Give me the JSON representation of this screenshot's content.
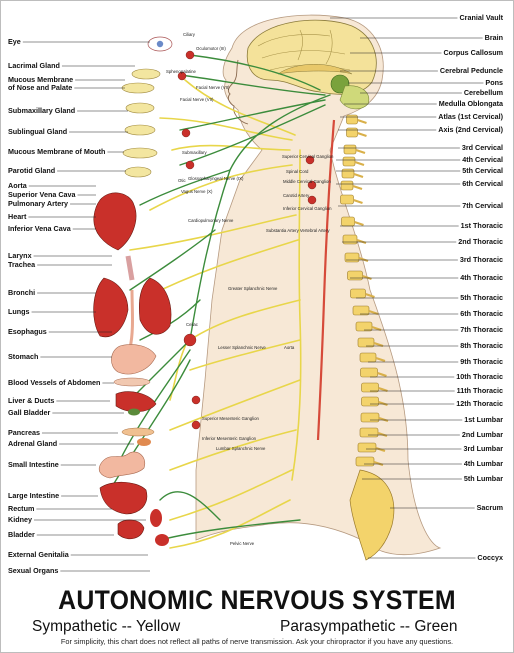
{
  "title": "AUTONOMIC NERVOUS SYSTEM",
  "legend": {
    "sympathetic": "Sympathetic -- Yellow",
    "parasympathetic": "Parasympathetic -- Green"
  },
  "footnote": "For simplicity, this chart does not reflect all paths of nerve transmission.  Ask your chiropractor if you have any questions.",
  "colors": {
    "sympathetic": "#e8d64a",
    "parasympathetic": "#3c8c3c",
    "vertebra": "#f3d36b",
    "organ": "#d9301e",
    "skin": "#f4e2cf"
  },
  "left_labels": [
    {
      "id": "eye",
      "text": "Eye"
    },
    {
      "id": "lacrimal-gland",
      "text": "Lacrimal Gland"
    },
    {
      "id": "mucous-nose-1",
      "text": "Mucous Membrane"
    },
    {
      "id": "mucous-nose-2",
      "text": "of Nose and Palate"
    },
    {
      "id": "submaxillary-gland",
      "text": "Submaxillary Gland"
    },
    {
      "id": "sublingual-gland",
      "text": "Sublingual Gland"
    },
    {
      "id": "mucous-mouth",
      "text": "Mucous Membrane of Mouth"
    },
    {
      "id": "parotid-gland",
      "text": "Parotid Gland"
    },
    {
      "id": "aorta",
      "text": "Aorta"
    },
    {
      "id": "superior-vena-cava",
      "text": "Superior Vena Cava"
    },
    {
      "id": "pulmonary-artery",
      "text": "Pulmonary Artery"
    },
    {
      "id": "heart",
      "text": "Heart"
    },
    {
      "id": "inferior-vena-cava",
      "text": "Inferior Vena Cava"
    },
    {
      "id": "larynx",
      "text": "Larynx"
    },
    {
      "id": "trachea",
      "text": "Trachea"
    },
    {
      "id": "bronchi",
      "text": "Bronchi"
    },
    {
      "id": "lungs",
      "text": "Lungs"
    },
    {
      "id": "esophagus",
      "text": "Esophagus"
    },
    {
      "id": "stomach",
      "text": "Stomach"
    },
    {
      "id": "blood-vessels-abdomen",
      "text": "Blood Vessels of Abdomen"
    },
    {
      "id": "liver-ducts",
      "text": "Liver & Ducts"
    },
    {
      "id": "gall-bladder",
      "text": "Gall Bladder"
    },
    {
      "id": "pancreas",
      "text": "Pancreas"
    },
    {
      "id": "adrenal-gland",
      "text": "Adrenal Gland"
    },
    {
      "id": "small-intestine",
      "text": "Small Intestine"
    },
    {
      "id": "large-intestine",
      "text": "Large Intestine"
    },
    {
      "id": "rectum",
      "text": "Rectum"
    },
    {
      "id": "kidney",
      "text": "Kidney"
    },
    {
      "id": "bladder",
      "text": "Bladder"
    },
    {
      "id": "external-genitalia",
      "text": "External Genitalia"
    },
    {
      "id": "sexual-organs",
      "text": "Sexual Organs"
    }
  ],
  "right_labels": [
    {
      "id": "cranial-vault",
      "text": "Cranial Vault"
    },
    {
      "id": "brain",
      "text": "Brain"
    },
    {
      "id": "corpus-callosum",
      "text": "Corpus Callosum"
    },
    {
      "id": "cerebral-peduncle",
      "text": "Cerebral Peduncle"
    },
    {
      "id": "pons",
      "text": "Pons"
    },
    {
      "id": "cerebellum",
      "text": "Cerebellum"
    },
    {
      "id": "medulla-oblongata",
      "text": "Medulla Oblongata"
    },
    {
      "id": "atlas",
      "text": "Atlas (1st Cervical)"
    },
    {
      "id": "axis",
      "text": "Axis (2nd Cervical)"
    },
    {
      "id": "c3",
      "text": "3rd Cervical"
    },
    {
      "id": "c4",
      "text": "4th Cervical"
    },
    {
      "id": "c5",
      "text": "5th Cervical"
    },
    {
      "id": "c6",
      "text": "6th Cervical"
    },
    {
      "id": "c7",
      "text": "7th Cervical"
    },
    {
      "id": "t1",
      "text": "1st Thoracic"
    },
    {
      "id": "t2",
      "text": "2nd Thoracic"
    },
    {
      "id": "t3",
      "text": "3rd Thoracic"
    },
    {
      "id": "t4",
      "text": "4th Thoracic"
    },
    {
      "id": "t5",
      "text": "5th Thoracic"
    },
    {
      "id": "t6",
      "text": "6th Thoracic"
    },
    {
      "id": "t7",
      "text": "7th Thoracic"
    },
    {
      "id": "t8",
      "text": "8th Thoracic"
    },
    {
      "id": "t9",
      "text": "9th Thoracic"
    },
    {
      "id": "t10",
      "text": "10th Thoracic"
    },
    {
      "id": "t11",
      "text": "11th Thoracic"
    },
    {
      "id": "t12",
      "text": "12th Thoracic"
    },
    {
      "id": "l1",
      "text": "1st Lumbar"
    },
    {
      "id": "l2",
      "text": "2nd Lumbar"
    },
    {
      "id": "l3",
      "text": "3rd Lumbar"
    },
    {
      "id": "l4",
      "text": "4th Lumbar"
    },
    {
      "id": "l5",
      "text": "5th Lumbar"
    },
    {
      "id": "sacrum",
      "text": "Sacrum"
    },
    {
      "id": "coccyx",
      "text": "Coccyx"
    }
  ],
  "inner_labels": [
    {
      "id": "ciliary",
      "text": "Ciliary"
    },
    {
      "id": "oculomotor",
      "text": "Oculomotor (III)"
    },
    {
      "id": "sphenopalatine",
      "text": "Sphenopalatine"
    },
    {
      "id": "facial-nerve-vii",
      "text": "Facial Nerve (VII)"
    },
    {
      "id": "facial-nerve-vii-2",
      "text": "Facial Nerve (VII)"
    },
    {
      "id": "submaxillary",
      "text": "Submaxillary"
    },
    {
      "id": "otic",
      "text": "Otic"
    },
    {
      "id": "glossopharyngeal",
      "text": "Glossopharyngeal Nerve (IX)"
    },
    {
      "id": "vagus",
      "text": "Vagus Nerve (X)"
    },
    {
      "id": "superior-cervical",
      "text": "Superior Cervical Ganglion"
    },
    {
      "id": "spinal-cord",
      "text": "Spinal Cord"
    },
    {
      "id": "middle-cervical",
      "text": "Middle Cervical Ganglion"
    },
    {
      "id": "carotid-artery",
      "text": "Carotid Artery"
    },
    {
      "id": "inferior-cervical",
      "text": "Inferior Cervical Ganglion"
    },
    {
      "id": "substantia",
      "text": "Substantia Artery Vertebral Artery"
    },
    {
      "id": "cardiopulmonary",
      "text": "Cardiopulmonary Nerve"
    },
    {
      "id": "greater-splanchnic",
      "text": "Greater Splanchnic Nerve"
    },
    {
      "id": "celiac",
      "text": "Celiac"
    },
    {
      "id": "lesser-splanchnic",
      "text": "Lesser Splanchnic Nerve"
    },
    {
      "id": "aorta-inner",
      "text": "Aorta"
    },
    {
      "id": "superior-mesenteric",
      "text": "Superior Mesenteric Ganglion"
    },
    {
      "id": "inferior-mesenteric",
      "text": "Inferior Mesenteric Ganglion"
    },
    {
      "id": "lumbar-splanchnic",
      "text": "Lumbar Splanchnic Nerve"
    },
    {
      "id": "pelvic-nerve",
      "text": "Pelvic Nerve"
    }
  ]
}
